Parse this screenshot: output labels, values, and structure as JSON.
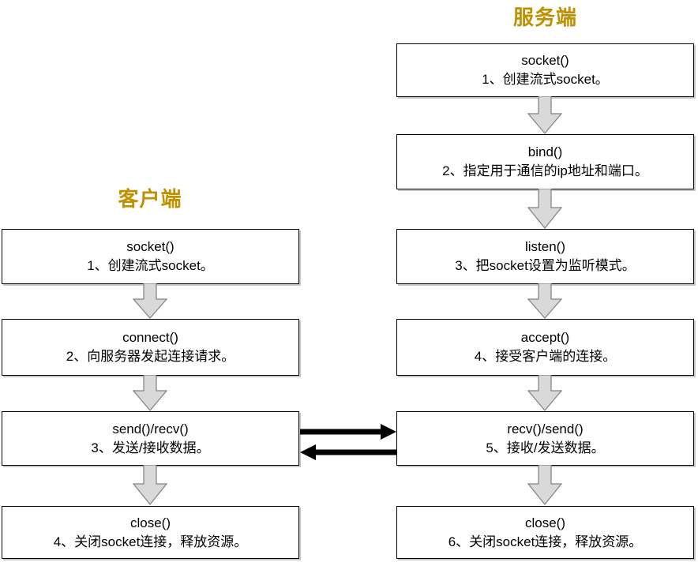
{
  "diagram": {
    "title_note": "TCP socket communication flow",
    "accent_color": "#bf9000",
    "box_border_color": "#000000",
    "arrow_fill_color": "#d9d9d9",
    "arrow_border_color": "#808080",
    "link_arrow_color": "#000000"
  },
  "client": {
    "title": "客户端",
    "steps": [
      {
        "fn": "socket()",
        "desc": "1、创建流式socket。"
      },
      {
        "fn": "connect()",
        "desc": "2、向服务器发起连接请求。"
      },
      {
        "fn": "send()/recv()",
        "desc": "3、发送/接收数据。"
      },
      {
        "fn": "close()",
        "desc": "4、关闭socket连接，释放资源。"
      }
    ]
  },
  "server": {
    "title": "服务端",
    "steps": [
      {
        "fn": "socket()",
        "desc": "1、创建流式socket。"
      },
      {
        "fn": "bind()",
        "desc": "2、指定用于通信的ip地址和端口。"
      },
      {
        "fn": "listen()",
        "desc": "3、把socket设置为监听模式。"
      },
      {
        "fn": "accept()",
        "desc": "4、接受客户端的连接。"
      },
      {
        "fn": "recv()/send()",
        "desc": "5、接收/发送数据。"
      },
      {
        "fn": "close()",
        "desc": "6、关闭socket连接，释放资源。"
      }
    ]
  },
  "links": [
    {
      "name": "client-to-server-data",
      "direction": "right"
    },
    {
      "name": "server-to-client-data",
      "direction": "left"
    }
  ]
}
